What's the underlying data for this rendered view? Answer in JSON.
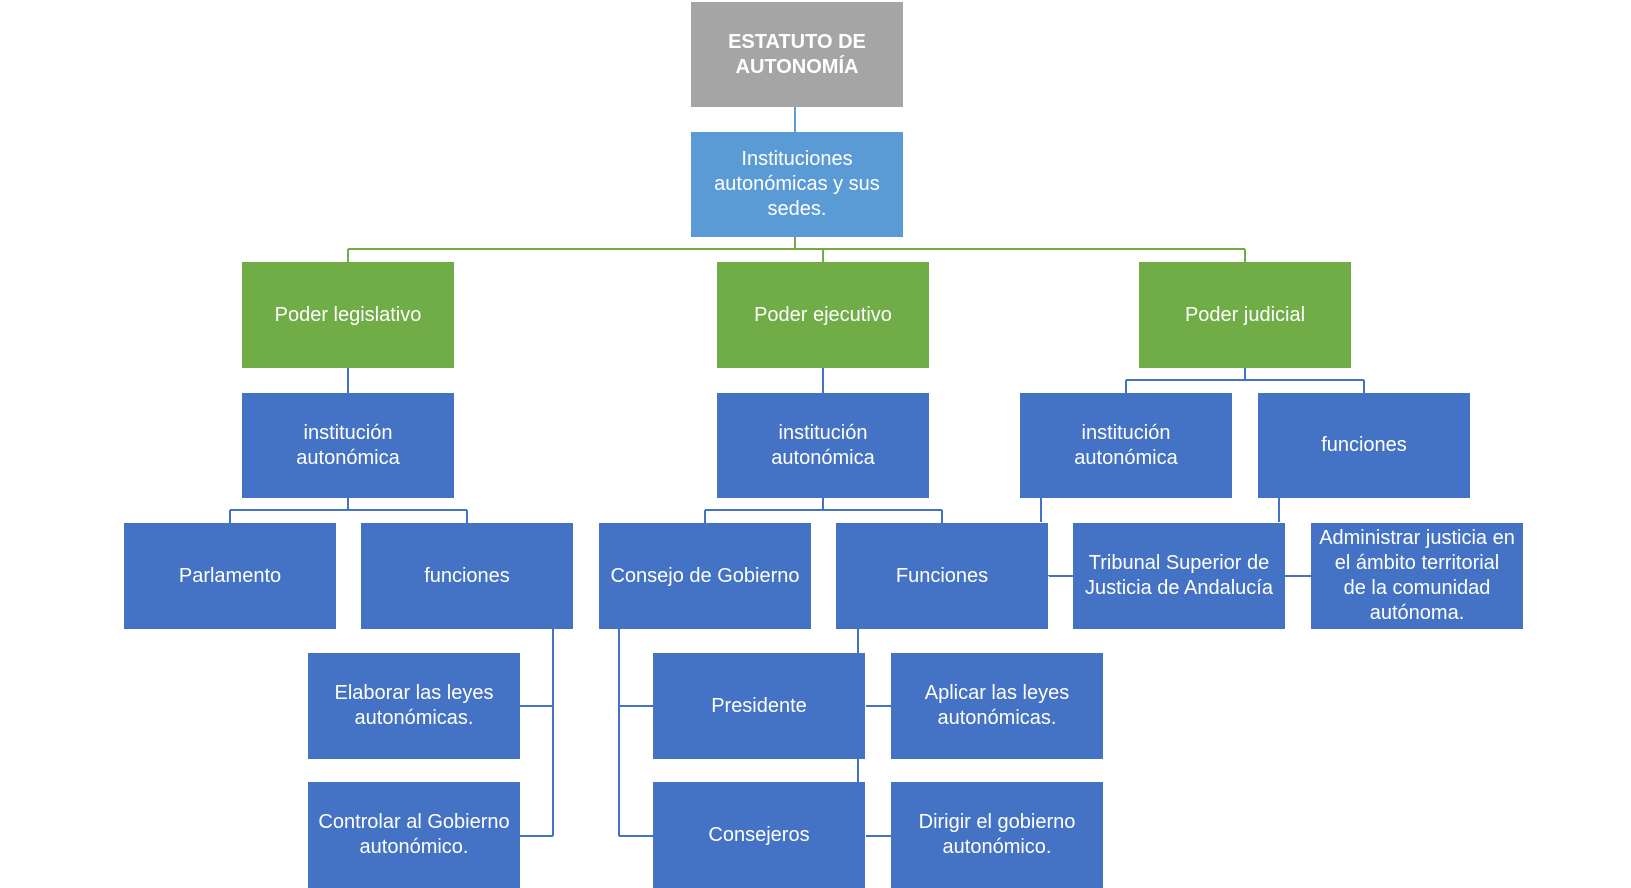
{
  "colors": {
    "root": "#a5a5a5",
    "institutions": "#5b9bd5",
    "power": "#70ad47",
    "item": "#4472c4",
    "line_light": "#5b9bd5",
    "line_green": "#70ad47",
    "line_blue": "#4472c4"
  },
  "nodes": {
    "root": "ESTATUTO DE\nAUTONOMÍA",
    "instituciones": "Instituciones\nautonómicas y sus\nsedes.",
    "legislativo": "Poder legislativo",
    "ejecutivo": "Poder ejecutivo",
    "judicial": "Poder judicial",
    "leg_institucion": "institución\nautonómica",
    "eje_institucion": "institución\nautonómica",
    "jud_institucion": "institución\nautonómica",
    "jud_funciones": "funciones",
    "parlamento": "Parlamento",
    "leg_funciones": "funciones",
    "consejo": "Consejo de Gobierno",
    "eje_funciones": "Funciones",
    "tribunal": "Tribunal Superior de\nJusticia de Andalucía",
    "administrar": "Administrar justicia en\nel ámbito territorial\nde la comunidad\nautónoma.",
    "elaborar": "Elaborar las leyes\nautonómicas.",
    "controlar": "Controlar al Gobierno\nautonómico.",
    "presidente": "Presidente",
    "consejeros": "Consejeros",
    "aplicar": "Aplicar las leyes\nautonómicas.",
    "dirigir": "Dirigir el gobierno\nautonómico."
  }
}
